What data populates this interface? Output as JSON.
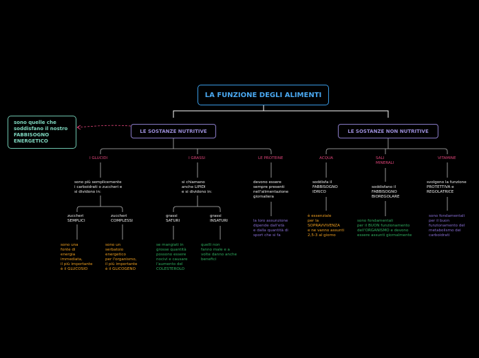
{
  "root": "LA FUNZIONE DEGLI ALIMENTI",
  "side_note": "sono quelle che\nsoddisfano il nostro\nFABBISOGNO\nENERGETICO",
  "left_category": "LE SOSTANZE NUTRITIVE",
  "right_category": "LE SOSTANZE NON NUTRITIVE",
  "nutritive": {
    "glucidi": {
      "label": "I GLUCIDI",
      "desc": "sono più semplicemente\ni carboidrati o zuccheri e\nsi dividono in:",
      "semplici": "zuccheri\nSEMPLICI",
      "complessi": "zuccheri\nCOMPLESSI",
      "semplici_desc": "sono una\nfonte di\nenergia\nimmediata,\nil più importante\nè il GLUCOSIO",
      "complessi_desc": "sono un\nserbatoio\nenergetico\nper l'organismo,\nil più importante\nè il GLICOGENO"
    },
    "grassi": {
      "label": "I GRASSI",
      "desc": "si chiamano\nanche LIPIDI\ne si dividono in:",
      "saturi": "grassi\nSATURI",
      "insaturi": "grassi\nINSATURI",
      "saturi_desc": "se mangiati in\ngrosse quantità\npossono essere\nnocivi e causare\nl'aumento del\nCOLESTEROLO",
      "insaturi_desc": "quelli non\nfanno male e a\nvolte danno anche\nbenefici"
    },
    "proteine": {
      "label": "LE PROTEINE",
      "desc": "devono essere\nsempre presenti\nnell'alimentazione\ngiornaliera",
      "note": "la loro assunzione\ndipende dall'età\ne dalla quantità di\nsport che si fa"
    }
  },
  "non_nutritive": {
    "acqua": {
      "label": "ACQUA",
      "desc": "soddisfa il\nFABBISOGNO\nIDRICO",
      "note": "è essenziale\nper la\nSOPRAVVIVENZA\ne ne vanno assunti\n2,5-3 al giorno"
    },
    "sali": {
      "label": "SALI\nMINERALI",
      "desc": "soddisfano il\nFABBISOGNO\nBIOREGOLARE",
      "note": "sono fondamentali\nper il BUON funzionamento\ndell'ORGANISMO e devono\nessere assunti giornalmente"
    },
    "vitamine": {
      "label": "VITAMINE",
      "desc": "svolgono la funzione\nPROTETTIVA e\nREGOLATRICE",
      "note": "sono fondamentali\nper il buon\nfunzionamento del\nmetabolismo dei\ncarboidrati"
    }
  },
  "colors": {
    "root": "#4aa8f0",
    "category": "#9a8cd8",
    "side": "#7fd8c0",
    "subtopic": "#e0457a",
    "orange": "#f0a020",
    "green": "#30b060",
    "purple": "#8a70d8",
    "dashed_link": "#e0457a"
  }
}
